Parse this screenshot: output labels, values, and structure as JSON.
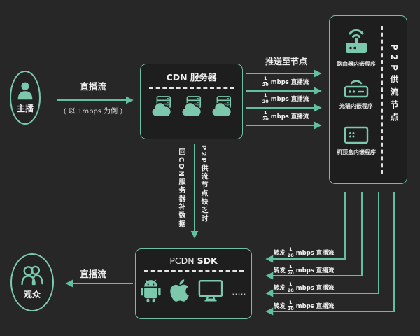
{
  "colors": {
    "accent": "#7cc8ad",
    "arrow": "#62bfa2",
    "border": "#6fbfa4",
    "background": "#272727",
    "box_background": "#1e1e1e",
    "text": "#ededed"
  },
  "nodes": {
    "broadcaster": {
      "label": "主播",
      "icon": "person-icon"
    },
    "viewers": {
      "label": "观众",
      "icon": "people-icon"
    },
    "cdn": {
      "title": "CDN 服务器",
      "icons": [
        "cloud-server-icon",
        "cloud-server-icon",
        "cloud-server-icon"
      ]
    },
    "p2p": {
      "vertical_title": "P2P供流节点",
      "items": [
        {
          "label": "路由器内嵌程序",
          "icon": "router-icon"
        },
        {
          "label": "光猫内嵌程序",
          "icon": "modem-icon"
        },
        {
          "label": "机顶盒内嵌程序",
          "icon": "settop-box-icon"
        }
      ]
    },
    "pcdn": {
      "title_normal": "PCDN ",
      "title_bold": "SDK",
      "platform_icons": [
        "android-icon",
        "apple-icon",
        "desktop-icon"
      ],
      "more": "·····"
    }
  },
  "edges": {
    "broadcaster_to_cdn": {
      "label": "直播流",
      "sublabel": "( 以 1mbps 为例 )"
    },
    "cdn_to_p2p": {
      "push_label": "推送至节点",
      "streams": [
        {
          "num": "1",
          "den": "20",
          "rest": "mbps 直播流"
        },
        {
          "num": "1",
          "den": "20",
          "rest": "mbps 直播流"
        },
        {
          "num": "1",
          "den": "20",
          "rest": "mbps 直播流"
        }
      ]
    },
    "cdn_fallback": {
      "left_vertical": "回CDN服务器补数据",
      "right_vertical": "P2P供流节点缺乏时"
    },
    "p2p_to_pcdn": {
      "streams": [
        {
          "prefix": "转发",
          "num": "1",
          "den": "20",
          "rest": "mbps 直播流"
        },
        {
          "prefix": "转发",
          "num": "1",
          "den": "20",
          "rest": "mbps 直播流"
        },
        {
          "prefix": "转发",
          "num": "1",
          "den": "20",
          "rest": "mbps 直播流"
        },
        {
          "prefix": "转发",
          "num": "1",
          "den": "20",
          "rest": "mbps 直播流"
        }
      ]
    },
    "pcdn_to_viewers": {
      "label": "直播流"
    }
  }
}
